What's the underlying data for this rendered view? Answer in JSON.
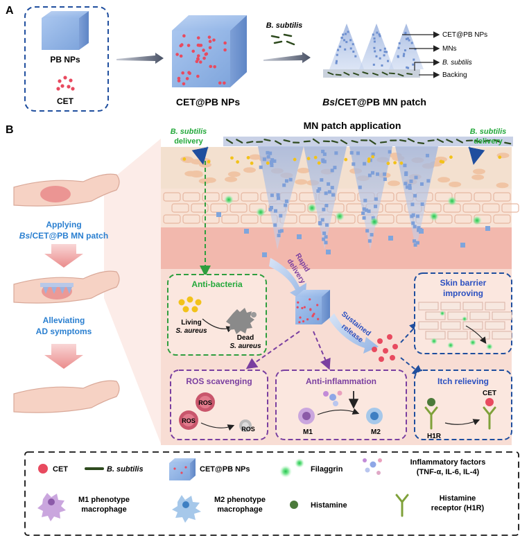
{
  "panel_a": {
    "label": "A",
    "pb_nps": "PB NPs",
    "cet": "CET",
    "cet_pb_nps": "CET@PB NPs",
    "b_subtilis": "B. subtilis",
    "patch_title_italic": "Bs",
    "patch_title_rest": "/CET@PB MN patch",
    "callouts": [
      "CET@PB NPs",
      "MNs",
      "B. subtilis",
      "Backing"
    ]
  },
  "panel_b": {
    "label": "B",
    "mn_patch_application": "MN patch application",
    "bs_delivery_l1": "B. subtilis",
    "bs_delivery_l2": "delivery",
    "applying_l1": "Applying",
    "applying_l2_italic": "Bs",
    "applying_l2_rest": "/CET@PB MN patch",
    "alleviating_l1": "Alleviating",
    "alleviating_l2": "AD symptoms",
    "rapid_l1": "Rapid",
    "rapid_l2": "delivery",
    "sustained_l1": "Sustained",
    "sustained_l2": "release",
    "anti_bacteria": "Anti-bacteria",
    "living": "Living",
    "s_aureus": "S. aureus",
    "dead": "Dead",
    "skin_barrier_l1": "Skin barrier",
    "skin_barrier_l2": "improving",
    "ros_scavenging": "ROS scavenging",
    "ros": "ROS",
    "anti_inflammation": "Anti-inflammation",
    "m1": "M1",
    "m2": "M2",
    "itch_relieving": "Itch relieving",
    "cet": "CET",
    "h1r": "H1R"
  },
  "legend": {
    "cet": "CET",
    "b_subtilis": "B. subtilis",
    "cet_pb_nps": "CET@PB NPs",
    "filaggrin": "Filaggrin",
    "inflammatory_l1": "Inflammatory factors",
    "inflammatory_l2": "(TNF-α, IL-6, IL-4)",
    "m1_l1": "M1 phenotype",
    "m1_l2": "macrophage",
    "m2_l1": "M2 phenotype",
    "m2_l2": "macrophage",
    "histamine": "Histamine",
    "histamine_receptor_l1": "Histamine",
    "histamine_receptor_l2": "receptor (H1R)"
  },
  "colors": {
    "blue_box": "#1f4e9e",
    "green_box": "#2e9e3e",
    "purple_box": "#7a3fa0",
    "green_text": "#23a83a",
    "blue_text": "#2a7fd0",
    "purple_text": "#7a3fa0",
    "pink_dot": "#e84a5f",
    "skin": "#f6d6c6",
    "dermis": "#f2b8ad"
  }
}
